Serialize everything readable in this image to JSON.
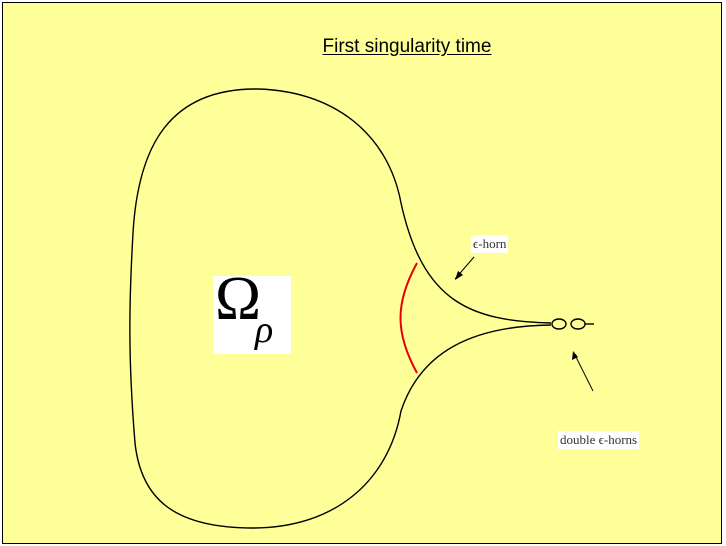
{
  "slide": {
    "title": "First singularity time",
    "region_symbol": "Ω",
    "region_subscript": "ρ",
    "labels": {
      "horn": "ϵ-horn",
      "double_horns": "double ϵ-horns"
    }
  },
  "colors": {
    "background": "#ffff99",
    "outline": "#000000",
    "highlight_curve": "#e60000"
  }
}
